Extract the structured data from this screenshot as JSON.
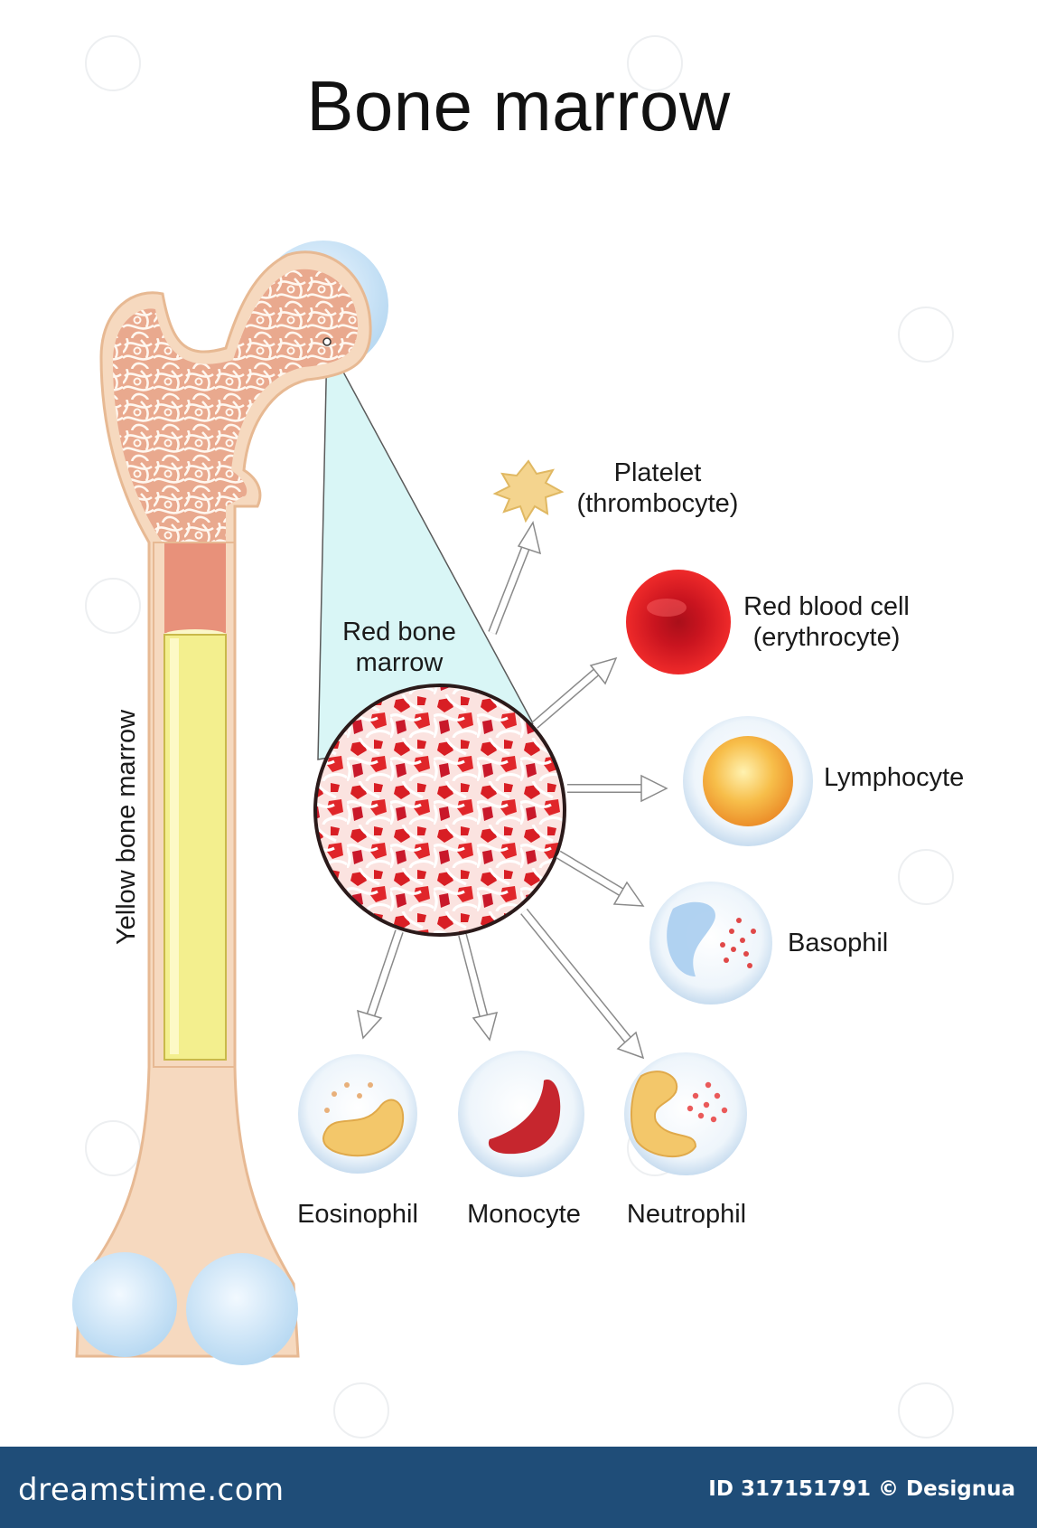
{
  "title": "Bone marrow",
  "labels": {
    "yellow_marrow": "Yellow bone marrow",
    "red_marrow_line1": "Red bone",
    "red_marrow_line2": "marrow",
    "platelet_line1": "Platelet",
    "platelet_line2": "(thrombocyte)",
    "rbc_line1": "Red blood cell",
    "rbc_line2": "(erythrocyte)",
    "lymphocyte": "Lymphocyte",
    "basophil": "Basophil",
    "eosinophil": "Eosinophil",
    "monocyte": "Monocyte",
    "neutrophil": "Neutrophil"
  },
  "footer": {
    "brand": "dreamstime.com",
    "credit": "ID 317151791 © Designua"
  },
  "colors": {
    "bone": "#f6d9bf",
    "spongy": "#e9a98e",
    "yellow_marrow": "#f3ef8e",
    "cartilage": "#cfe6f7",
    "magnifier": "#d9f6f6",
    "red_cell": "#d81e24",
    "footer": "#1f4d78"
  }
}
